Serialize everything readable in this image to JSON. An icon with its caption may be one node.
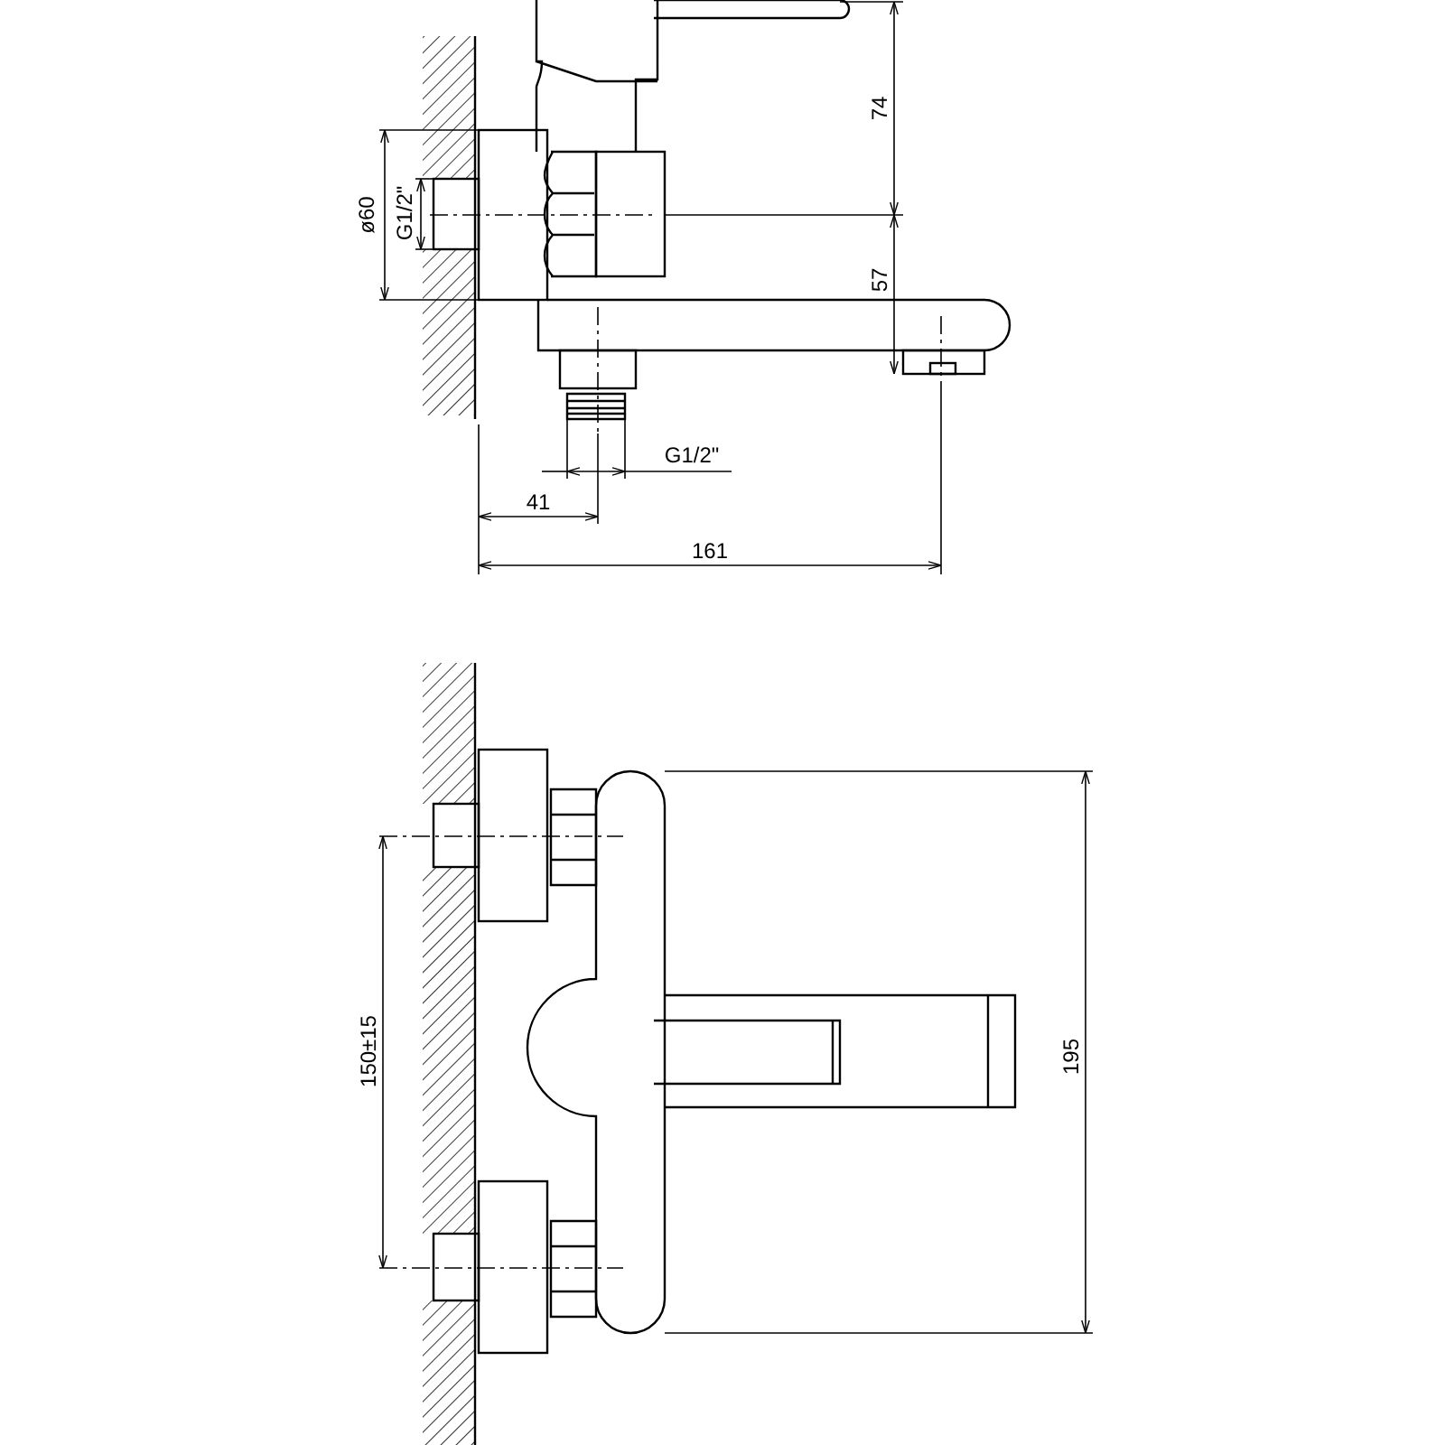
{
  "diagram": {
    "labels": [
      "74",
      "ø60",
      "G1/2\"",
      "57",
      "G1/2\"",
      "41",
      "161",
      "150±15",
      "195"
    ]
  }
}
